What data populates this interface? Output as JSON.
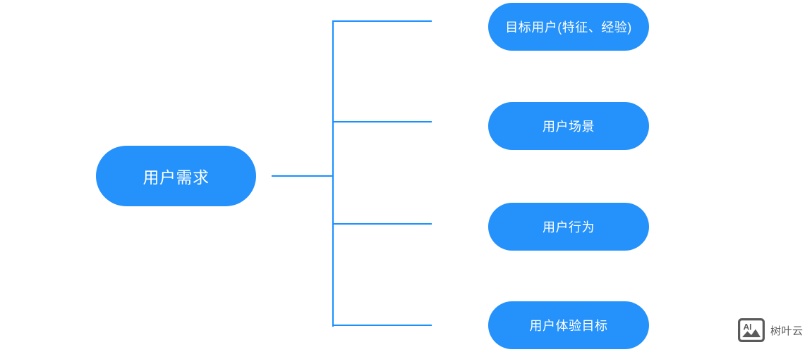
{
  "diagram": {
    "type": "mind-map",
    "orientation": "left-to-right",
    "background_color": "#ffffff",
    "node_fill_color": "#2591fa",
    "node_text_color": "#ffffff",
    "connector_color": "#1890ff",
    "root": {
      "label": "用户需求"
    },
    "children": [
      {
        "label": "目标用户(特征、经验)"
      },
      {
        "label": "用户场景"
      },
      {
        "label": "用户行为"
      },
      {
        "label": "用户体验目标"
      }
    ]
  },
  "watermark": {
    "icon_label": "AI",
    "icon_name": "ai-image-icon",
    "text": "树叶云",
    "color": "#5a5a5a"
  }
}
